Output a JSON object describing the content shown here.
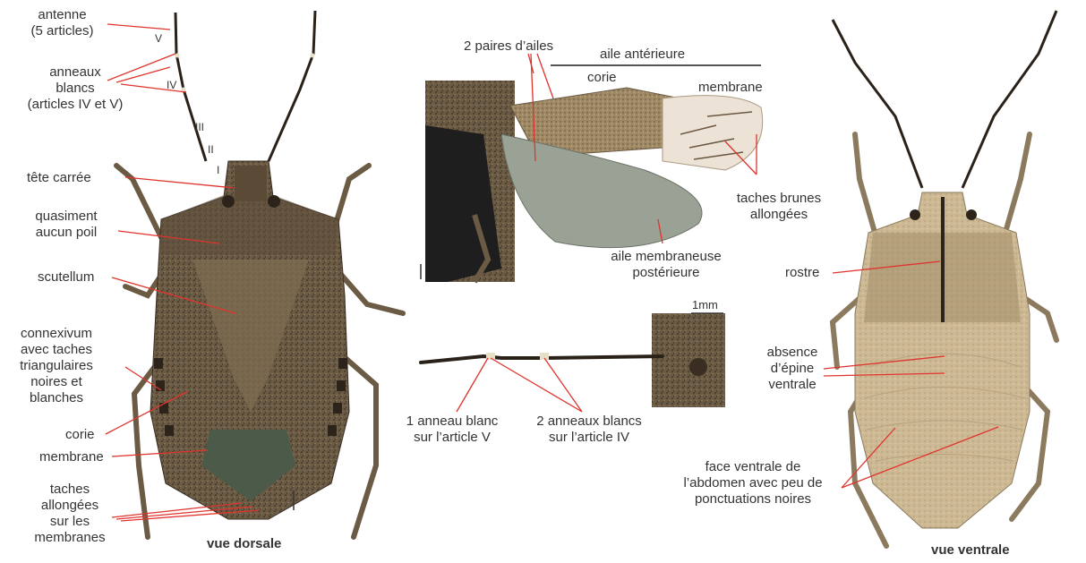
{
  "dorsal": {
    "antenna": "antenne",
    "antenna_sub": "(5 articles)",
    "rings_1": "anneaux",
    "rings_2": "blancs",
    "rings_3": "(articles IV et V)",
    "seg_v": "V",
    "seg_iv": "IV",
    "seg_iii": "III",
    "seg_ii": "II",
    "seg_i": "I",
    "head": "tête carrée",
    "hair_1": "quasiment",
    "hair_2": "aucun poil",
    "scutellum": "scutellum",
    "conn_1": "connexivum",
    "conn_2": "avec taches",
    "conn_3": "triangulaires",
    "conn_4": "noires et",
    "conn_5": "blanches",
    "corie": "corie",
    "membrane": "membrane",
    "spots_1": "taches",
    "spots_2": "allongées",
    "spots_3": "sur les",
    "spots_4": "membranes",
    "caption": "vue dorsale"
  },
  "wings": {
    "pairs": "2 paires d’ailes",
    "fore": "aile antérieure",
    "corie": "corie",
    "membrane": "membrane",
    "spots_1": "taches brunes",
    "spots_2": "allongées",
    "hind_1": "aile membraneuse",
    "hind_2": "postérieure"
  },
  "antenna_detail": {
    "scale": "1mm",
    "one_1": "1 anneau blanc",
    "one_2": "sur l’article V",
    "two_1": "2 anneaux blancs",
    "two_2": "sur l’article IV"
  },
  "ventral": {
    "rostrum": "rostre",
    "spine_1": "absence",
    "spine_2": "d’épine",
    "spine_3": "ventrale",
    "face_1": "face ventrale de",
    "face_2": "l’abdomen avec peu de",
    "face_3": "ponctuations noires",
    "caption": "vue ventrale"
  },
  "colors": {
    "leader": "#e0342e",
    "text": "#333333"
  }
}
